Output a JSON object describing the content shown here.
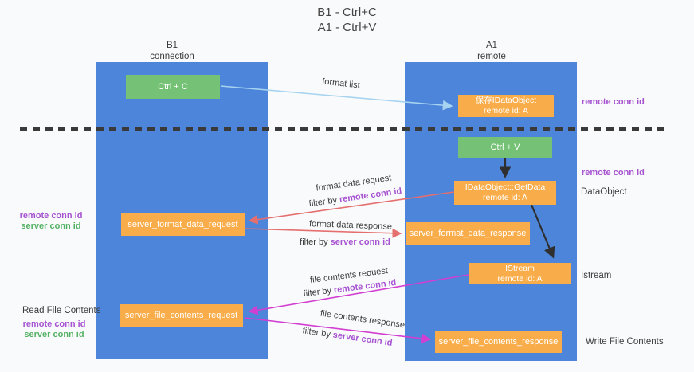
{
  "title": {
    "line1": "B1 - Ctrl+C",
    "line2": "A1 - Ctrl+V"
  },
  "columns": {
    "left": {
      "name": "B1",
      "role": "connection"
    },
    "right": {
      "name": "A1",
      "role": "remote"
    }
  },
  "nodes": {
    "ctrl_c": {
      "label": "Ctrl + C"
    },
    "ctrl_v": {
      "label": "Ctrl + V"
    },
    "save_dataobject": {
      "line1": "保存IDataObject",
      "line2": "remote id: A"
    },
    "getdata": {
      "line1": "IDataObject::GetData",
      "line2": "remote id: A"
    },
    "istream": {
      "line1": "IStream",
      "line2": "remote id: A"
    },
    "format_request": {
      "label": "server_format_data_request"
    },
    "format_response": {
      "label": "server_format_data_response"
    },
    "file_request": {
      "label": "server_file_contents_request"
    },
    "file_response": {
      "label": "server_file_contents_response"
    }
  },
  "edges": {
    "format_list": {
      "label": "format list"
    },
    "format_data_request": {
      "label": "format data request",
      "filter_prefix": "filter by ",
      "filter_key": "remote conn id"
    },
    "format_data_response": {
      "label": "format data response",
      "filter_prefix": "filter by ",
      "filter_key": "server conn id"
    },
    "file_contents_request": {
      "label": "file contents request",
      "filter_prefix": "filter by ",
      "filter_key": "remote conn id"
    },
    "file_contents_response": {
      "label": "file contents response",
      "filter_prefix": "filter by ",
      "filter_key": "server conn id"
    }
  },
  "side_labels": {
    "right_remote_conn_top": "remote conn id",
    "right_remote_conn_mid": "remote conn id",
    "dataobject": "DataObject",
    "istream": "Istream",
    "write_file_contents": "Write File Contents",
    "left_remote_conn_mid": "remote conn id",
    "left_server_conn_mid": "server conn id",
    "read_file_contents": "Read File Contents",
    "left_remote_conn_bottom": "remote conn id",
    "left_server_conn_bottom": "server conn id"
  },
  "colors": {
    "column_blue": "#4d85da",
    "node_orange": "#f9ad4a",
    "node_green": "#75c175",
    "arrow_light_blue": "#a5d3f0",
    "arrow_red": "#e56e6e",
    "arrow_magenta": "#d13ed1",
    "arrow_black": "#2f2f2f",
    "text_purple": "#a653d1",
    "text_green": "#53b163",
    "dashed_line": "#3a3a3a"
  }
}
